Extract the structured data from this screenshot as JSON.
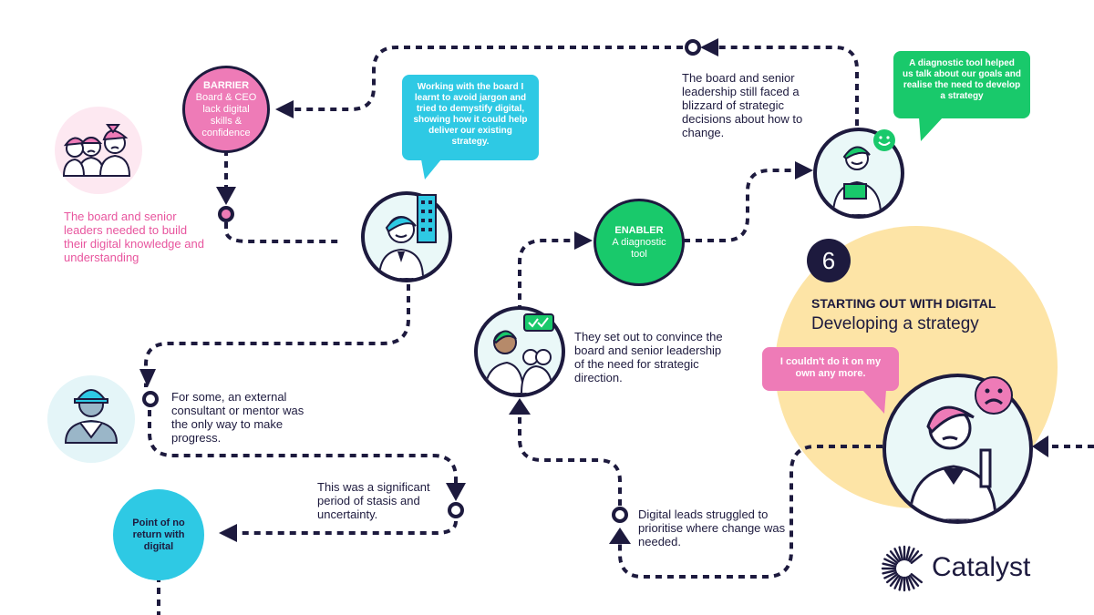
{
  "colors": {
    "navy": "#1d1a3e",
    "pink": "#e8559e",
    "pink_node": "#ee7bb7",
    "cyan": "#2ec9e4",
    "green": "#19c96b",
    "yellow": "#fde4a6"
  },
  "barrier": {
    "title": "BARRIER",
    "text": "Board & CEO lack digital skills & confidence"
  },
  "enabler": {
    "title": "ENABLER",
    "text": "A diagnostic tool"
  },
  "point_of_no_return": {
    "text": "Point of no return with digital"
  },
  "bubbles": {
    "board_jargon": "Working with the board I learnt to avoid jargon and tried to demystify digital, showing how it could help deliver our existing strategy.",
    "diagnostic_tool": "A diagnostic tool helped us talk about our goals and realise the need to develop a strategy",
    "own_anymore": "I couldn't do it on my own any more."
  },
  "captions": {
    "board_leaders": "The board and senior leaders needed to build their digital knowledge and understanding",
    "blizzard": "The board and senior leadership still faced a blizzard of strategic decisions about how to change.",
    "convince": "They set out to convince the board and senior leadership of the need for strategic direction.",
    "consultant": "For some, an external consultant or mentor was the only way to make progress.",
    "stasis": "This was a significant period of stasis and uncertainty.",
    "prioritise": "Digital leads struggled to prioritise where change was needed."
  },
  "stage": {
    "number": "6",
    "title": "STARTING OUT WITH DIGITAL",
    "subtitle": "Developing a strategy"
  },
  "logo": {
    "text": "Catalyst"
  },
  "icons": [
    "smiley-icon",
    "sad-face-icon",
    "checkmark-icon",
    "building-icon",
    "logo-icon"
  ]
}
